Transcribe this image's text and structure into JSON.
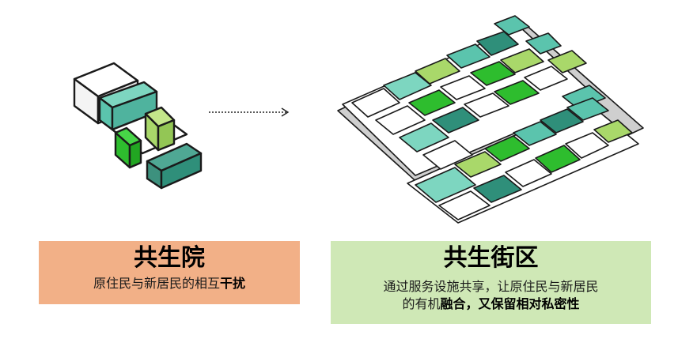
{
  "left_panel": {
    "title": "共生院",
    "subtitle_plain": "原住民与新居民的相互",
    "subtitle_emphasis": "干扰"
  },
  "right_panel": {
    "title": "共生街区",
    "line1": "通过服务设施共享，让原住民与新居民",
    "line2_plain": "的有机",
    "line2_emphasis": "融合，又保留相对私密性"
  },
  "colors": {
    "left_box": "#f2b087",
    "right_box": "#cfe8b6",
    "teal": "#5bc4ad",
    "teal_dark": "#2f8f7a",
    "green_bright": "#2ebd2e",
    "green_light": "#a9d86a",
    "white_block": "#ffffff"
  },
  "icons": {
    "left": "single-courtyard-axonometric",
    "arrow": "dotted-arrow-right",
    "right": "block-cluster-axonometric"
  }
}
